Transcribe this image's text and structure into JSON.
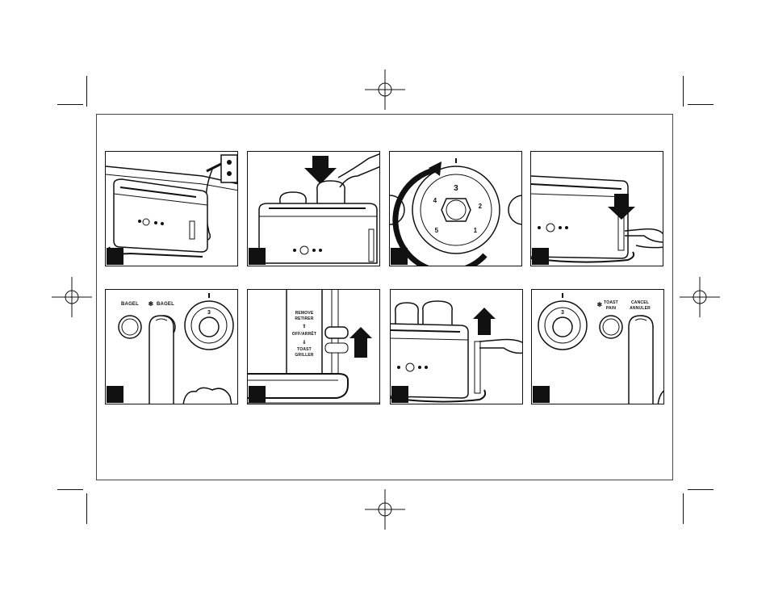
{
  "colors": {
    "ink": "#111111",
    "paper": "#ffffff"
  },
  "panels": [
    {
      "id": 1,
      "content": "plug-in-outlet"
    },
    {
      "id": 2,
      "content": "insert-bread"
    },
    {
      "id": 3,
      "content": "turn-shade-dial",
      "dial_number": "3",
      "dial_marks": [
        "1",
        "2",
        "4",
        "5"
      ]
    },
    {
      "id": 4,
      "content": "press-lever-down"
    },
    {
      "id": 5,
      "content": "press-bagel-button",
      "left_button": "BAGEL",
      "right_button": "BAGEL",
      "dial_number": "3"
    },
    {
      "id": 6,
      "content": "raise-lever",
      "lever_labels": [
        "REMOVE",
        "RETIRER",
        "OFF/ARRÊT",
        "TOAST",
        "GRILLER"
      ]
    },
    {
      "id": 7,
      "content": "lift-lever-remove-toast"
    },
    {
      "id": 8,
      "content": "press-cancel-button",
      "toast_label": [
        "TOAST",
        "PAIN"
      ],
      "cancel_label": [
        "CANCEL",
        "ANNULER"
      ],
      "dial_number": "3"
    }
  ]
}
